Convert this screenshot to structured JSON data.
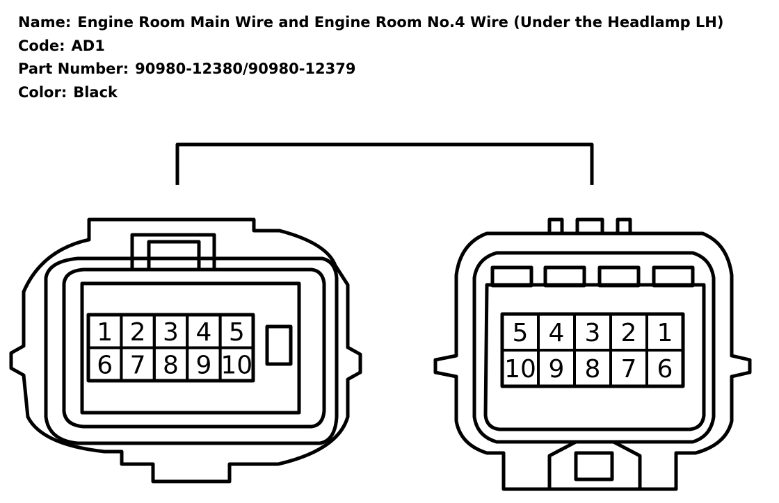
{
  "info": {
    "name_label": "Name:",
    "name_value": "Engine Room Main Wire and Engine Room No.4 Wire (Under the Headlamp LH)",
    "code_label": "Code:",
    "code_value": "AD1",
    "part_label": "Part Number:",
    "part_value": "90980-12380/90980-12379",
    "color_label": "Color:",
    "color_value": "Black"
  },
  "left_connector": {
    "row1": [
      "1",
      "2",
      "3",
      "4",
      "5"
    ],
    "row2": [
      "6",
      "7",
      "8",
      "9",
      "10"
    ]
  },
  "right_connector": {
    "row1": [
      "5",
      "4",
      "3",
      "2",
      "1"
    ],
    "row2": [
      "10",
      "9",
      "8",
      "7",
      "6"
    ]
  }
}
